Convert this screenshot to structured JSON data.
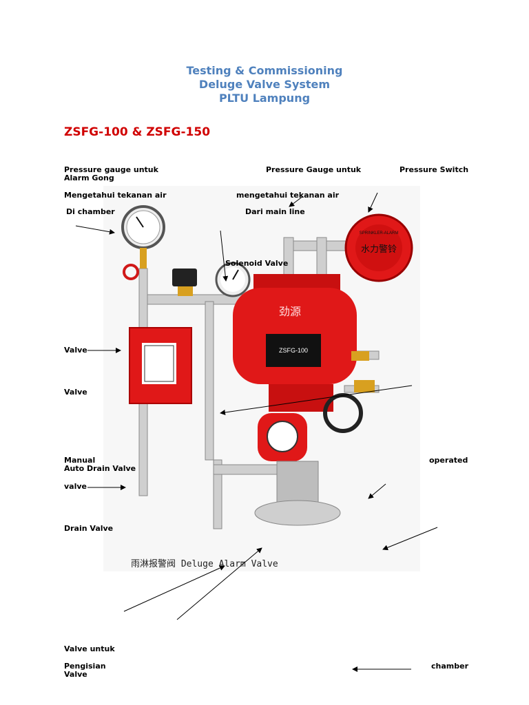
{
  "title": {
    "line1": "Testing & Commissioning",
    "line2": "Deluge Valve System",
    "line3": "PLTU Lampung"
  },
  "model_heading": "ZSFG-100 & ZSFG-150",
  "labels": {
    "pg_alarm_1": "Pressure gauge untuk",
    "pg_alarm_2": "Alarm Gong",
    "pg_main_1": "Pressure Gauge untuk",
    "pressure_switch": "Pressure Switch",
    "mengetahui_1": "Mengetahui tekanan air",
    "mengetahui_2": "mengetahui tekanan air",
    "di_chamber": "Di chamber",
    "dari_main_line": "Dari main line",
    "solenoid": "Solenoid Valve",
    "valve_1": "Valve",
    "valve_2": "Valve",
    "manual": "Manual",
    "auto_drain": "Auto Drain Valve",
    "operated": "operated",
    "valve_3": "valve",
    "drain_valve": "Drain Valve",
    "valve_untuk": "Valve untuk",
    "pengisian": "Pengisian",
    "valve_4": "Valve",
    "chamber": "chamber"
  },
  "figure": {
    "caption": "雨淋报警阀 Deluge Alarm Valve",
    "valve_plate_model": "ZSFG-100",
    "brand_chars": "劲源",
    "alarm_bell_text": "SPRINKLER-ALARM",
    "alarm_bell_chars": "水力警铃",
    "colors": {
      "valve_red": "#e01818",
      "pipe_silver": "#c8c8c8",
      "plate_black": "#111111"
    }
  }
}
